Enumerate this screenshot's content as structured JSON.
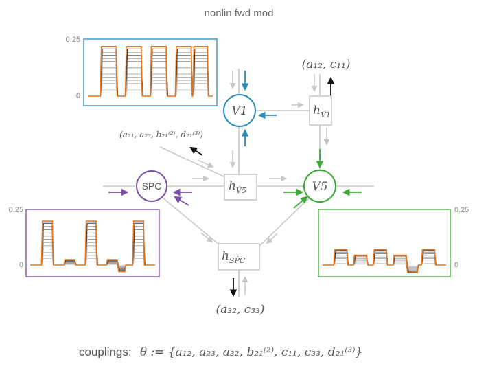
{
  "title": "nonlin fwd mod",
  "nodes": {
    "v1": "V1",
    "v5": "V5",
    "spc": "SPC",
    "h_v1": "h",
    "h_v1_sub": "V̇1",
    "h_v5": "h",
    "h_v5_sub": "V̇5",
    "h_spc": "h",
    "h_spc_sub": "SṖC"
  },
  "coupling_labels": {
    "top_right": "(a₁₂, c₁₁)",
    "bottom": "(a₃₂, c₃₃)",
    "left": "(a₂₁, a₂₃, b₂₁⁽²⁾, d₂₁⁽³⁾)"
  },
  "footer": {
    "prefix": "couplings:",
    "formula": "θ := {a₁₂, a₂₃, a₃₂, b₂₁⁽²⁾, c₁₁, c₃₃, d₂₁⁽³⁾}"
  },
  "colors": {
    "v1": "#2e8bc0",
    "v5": "#3aaa35",
    "spc": "#7b4fa8",
    "orange": "#e8751a",
    "grey_line": "#c8c8c8",
    "dark_arrow": "#111111"
  },
  "chart_data": [
    {
      "id": "plot-v1",
      "type": "line",
      "ytick_labels": [
        "0.25",
        "0"
      ],
      "ylim": [
        0,
        0.25
      ],
      "pulses": [
        {
          "start": 0.1,
          "end": 0.23,
          "level": 0.22
        },
        {
          "start": 0.3,
          "end": 0.43,
          "level": 0.22
        },
        {
          "start": 0.5,
          "end": 0.63,
          "level": 0.22
        },
        {
          "start": 0.7,
          "end": 0.83,
          "level": 0.22
        },
        {
          "start": 0.84,
          "end": 0.96,
          "level": 0.22
        }
      ],
      "n_grey_traces": 14
    },
    {
      "id": "plot-spc",
      "type": "line",
      "ytick_labels": [
        "0.25",
        "0"
      ],
      "ylim": [
        0,
        0.25
      ],
      "pulses": [
        {
          "start": 0.09,
          "end": 0.18,
          "level": 0.2
        },
        {
          "start": 0.27,
          "end": 0.36,
          "level": 0.025
        },
        {
          "start": 0.44,
          "end": 0.53,
          "level": 0.2
        },
        {
          "start": 0.61,
          "end": 0.7,
          "level": 0.025
        },
        {
          "start": 0.7,
          "end": 0.76,
          "level": -0.03
        },
        {
          "start": 0.82,
          "end": 0.91,
          "level": 0.2
        }
      ],
      "n_grey_traces": 12
    },
    {
      "id": "plot-v5",
      "type": "line",
      "ytick_labels": [
        "0.25",
        "0"
      ],
      "ylim": [
        0,
        0.25
      ],
      "pulses": [
        {
          "start": 0.09,
          "end": 0.2,
          "level": 0.07
        },
        {
          "start": 0.25,
          "end": 0.36,
          "level": 0.045
        },
        {
          "start": 0.41,
          "end": 0.52,
          "level": 0.07
        },
        {
          "start": 0.57,
          "end": 0.68,
          "level": 0.045
        },
        {
          "start": 0.68,
          "end": 0.77,
          "level": -0.035
        },
        {
          "start": 0.8,
          "end": 0.91,
          "level": 0.07
        }
      ],
      "n_grey_traces": 8
    }
  ]
}
